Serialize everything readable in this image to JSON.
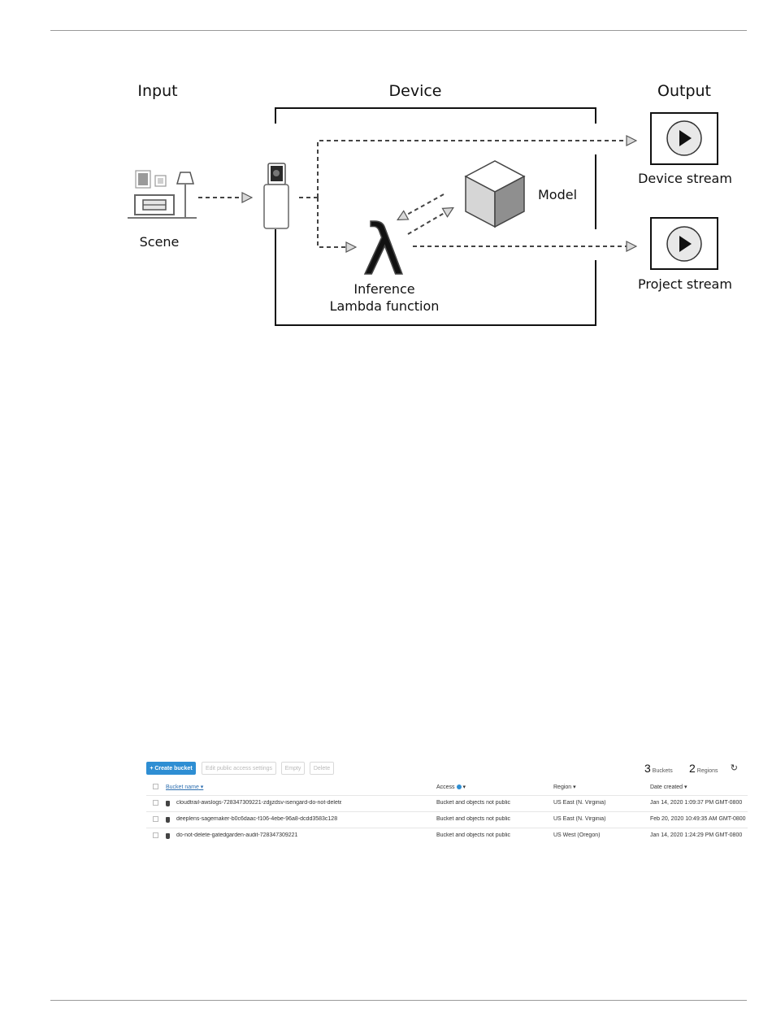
{
  "diagram": {
    "input_heading": "Input",
    "device_heading": "Device",
    "output_heading": "Output",
    "scene_label": "Scene",
    "model_label": "Model",
    "lambda_label_line1": "Inference",
    "lambda_label_line2": "Lambda function",
    "device_stream_label": "Device stream",
    "project_stream_label": "Project stream",
    "lambda_glyph": "λ"
  },
  "s3": {
    "toolbar": {
      "create_label": "+ Create bucket",
      "edit_public_label": "Edit public access settings",
      "empty_label": "Empty",
      "delete_label": "Delete",
      "buckets_count": "3",
      "buckets_label": "Buckets",
      "regions_count": "2",
      "regions_label": "Regions",
      "refresh_icon": "refresh-icon"
    },
    "columns": {
      "name": "Bucket name",
      "access": "Access",
      "region": "Region",
      "date": "Date created"
    },
    "rows": [
      {
        "name": "cloudtrail-awslogs-728347309221-zdjjzdsv-isengard-do-not-delete",
        "access": "Bucket and objects not public",
        "region": "US East (N. Virginia)",
        "date": "Jan 14, 2020 1:09:37 PM GMT-0800"
      },
      {
        "name": "deeplens-sagemaker-b0c6daac-f106-4ebe-96a8-dcdd3583c128",
        "access": "Bucket and objects not public",
        "region": "US East (N. Virginia)",
        "date": "Feb 20, 2020 10:49:35 AM GMT-0800"
      },
      {
        "name": "do-not-delete-gatedgarden-audit-728347309221",
        "access": "Bucket and objects not public",
        "region": "US West (Oregon)",
        "date": "Jan 14, 2020 1:24:29 PM GMT-0800"
      }
    ]
  }
}
